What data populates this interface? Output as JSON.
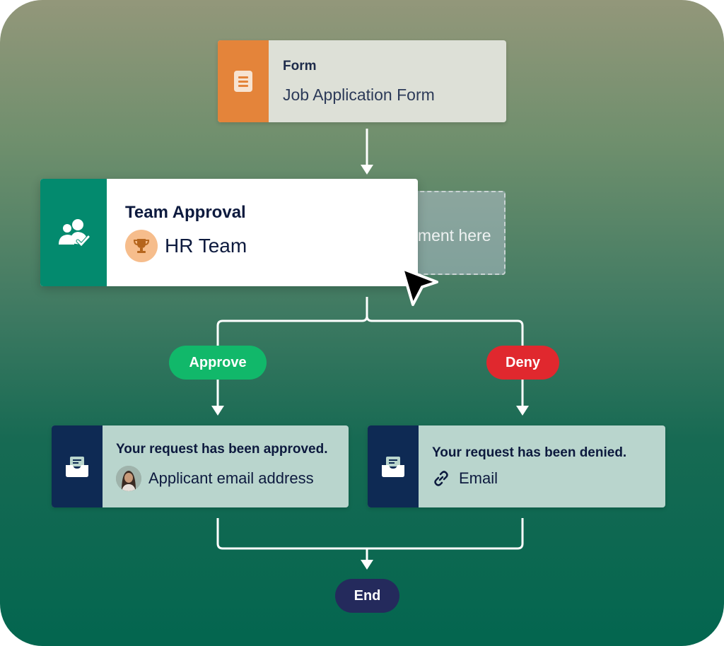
{
  "form_step": {
    "title": "Form",
    "subtitle": "Job Application Form",
    "icon": "document-icon",
    "accent": "#e4843a"
  },
  "placeholder": {
    "text": "Drop element here"
  },
  "approval_step": {
    "title": "Team Approval",
    "assignee": "HR Team",
    "icon": "user-check-icon",
    "assignee_icon": "trophy-icon",
    "accent": "#038a6e"
  },
  "branches": {
    "approve_label": "Approve",
    "deny_label": "Deny",
    "approve_color": "#11b86a",
    "deny_color": "#e0282e"
  },
  "approved_email": {
    "title": "Your request has been approved.",
    "recipient": "Applicant email address",
    "icon": "inbox-icon"
  },
  "denied_email": {
    "title": "Your request has been denied.",
    "recipient": "Email",
    "icon": "inbox-icon",
    "recipient_icon": "link-icon"
  },
  "end": {
    "label": "End",
    "color": "#242a5c"
  }
}
